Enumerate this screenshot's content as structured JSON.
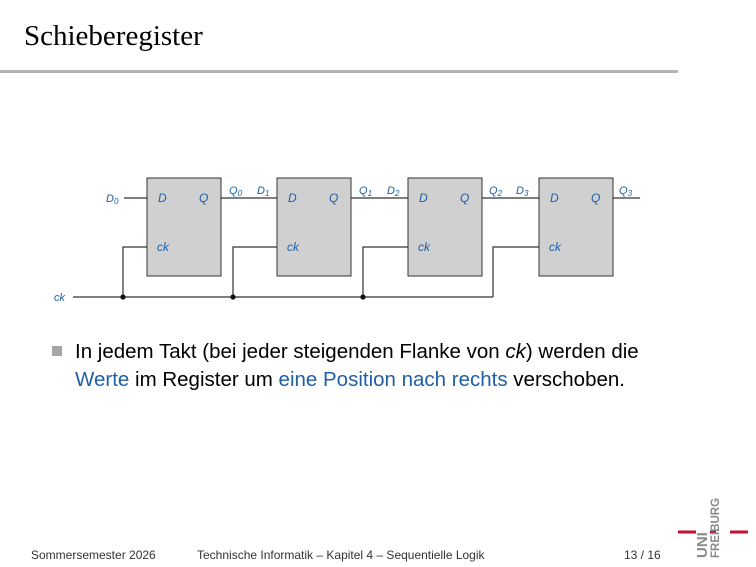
{
  "slide": {
    "title": "Schieberegister"
  },
  "diagram": {
    "flipflops": [
      {
        "d_pin": "D",
        "q_pin": "Q",
        "ck_pin": "ck",
        "input_label": "D",
        "input_sub": "0",
        "output_label": "Q",
        "output_sub": "0"
      },
      {
        "d_pin": "D",
        "q_pin": "Q",
        "ck_pin": "ck",
        "input_label": "D",
        "input_sub": "1",
        "output_label": "Q",
        "output_sub": "1"
      },
      {
        "d_pin": "D",
        "q_pin": "Q",
        "ck_pin": "ck",
        "input_label": "D",
        "input_sub": "2",
        "output_label": "Q",
        "output_sub": "2"
      },
      {
        "d_pin": "D",
        "q_pin": "Q",
        "ck_pin": "ck",
        "input_label": "D",
        "input_sub": "3",
        "output_label": "Q",
        "output_sub": "3"
      }
    ],
    "clock_label": "ck"
  },
  "bullet": {
    "part1": "In jedem Takt (bei jeder steigenden Flanke von ",
    "ck": "ck",
    "part2": ") werden die ",
    "werte": "Werte",
    "part3": " im Register um ",
    "position": "eine Position nach rechts",
    "part4": " verschoben."
  },
  "footer": {
    "semester": "Sommersemester 2026",
    "course": "Technische Informatik –  Kapitel 4 – Sequentielle Logik",
    "page": "13 / 16"
  },
  "logo": {
    "line1": "UNI",
    "line2": "FREIBURG"
  },
  "colors": {
    "label_blue": "#1f5fa8",
    "box_fill": "#d0d0d0",
    "logo_red": "#c8102e",
    "logo_gray": "#8a8a8a"
  }
}
